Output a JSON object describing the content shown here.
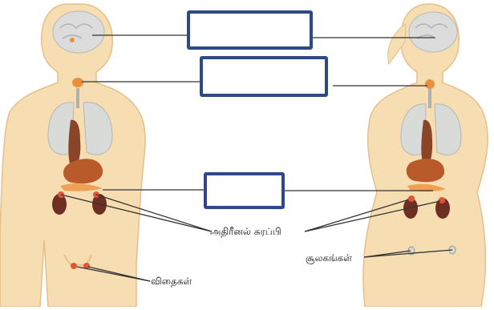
{
  "labels": {
    "adrenal": "அதிரீனல் சுரப்பி",
    "ovaries": "சூலகங்கள்",
    "testes": "விதைகள்"
  },
  "answer_boxes": [
    {
      "text": ""
    },
    {
      "text": ""
    },
    {
      "text": ""
    }
  ],
  "colors": {
    "skin": "#f6ddb2",
    "skin_outline": "#e6bf8a",
    "brain": "#dcdcdc",
    "lungs": "#d9dbd8",
    "liver": "#8a4528",
    "stomach": "#b85a2a",
    "kidney": "#6e2f22",
    "gland": "#e8913a",
    "box_border": "#2e4a86"
  }
}
